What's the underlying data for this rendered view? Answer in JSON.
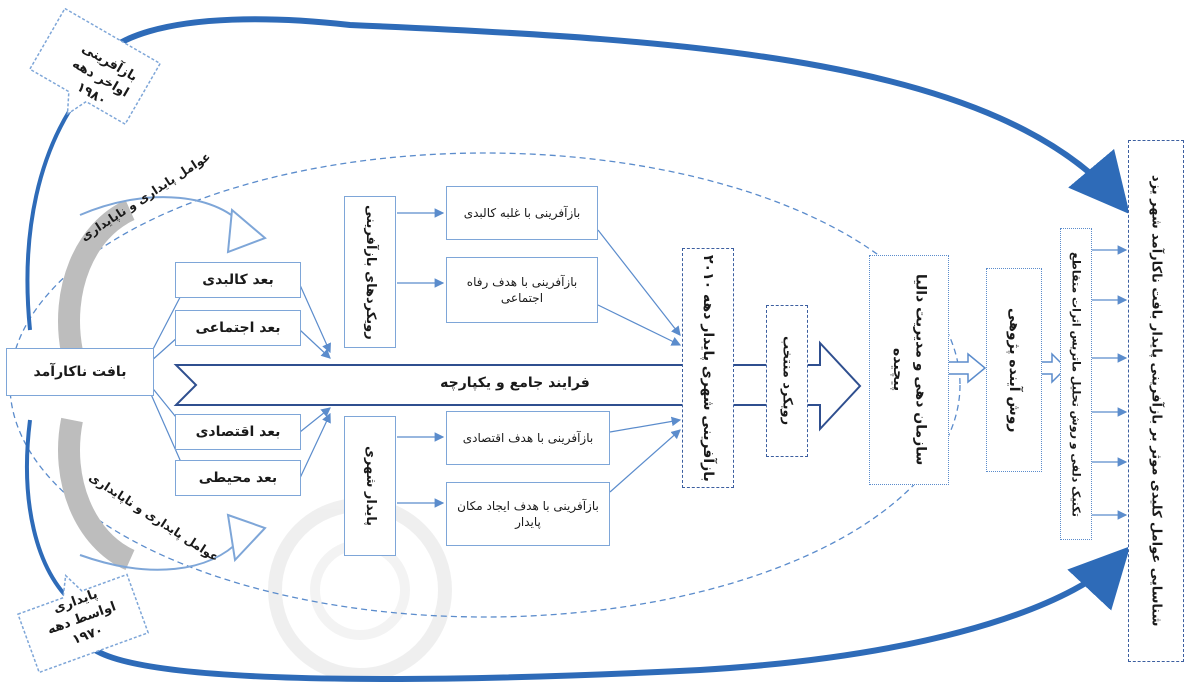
{
  "labels": {
    "decayed_fabric": "بافت ناکارآمد",
    "dim_physical": "بعد کالبدی",
    "dim_social": "بعد اجتماعی",
    "dim_economic": "بعد اقتصادی",
    "dim_environmental": "بعد محیطی",
    "factors_top": "عوامل پایداری و ناپایداری",
    "factors_bottom": "عوامل پایداری و ناپایداری",
    "approaches": "رویکردهای بازآفرینی",
    "urban_sustainable": "پایدار شهری",
    "regen_physical": "بازآفرینی با غلبه کالبدی",
    "regen_social": "بازآفرینی با هدف رفاه اجتماعی",
    "regen_economic": "بازآفرینی با هدف اقتصادی",
    "regen_place": "بازآفرینی با هدف ایجاد مکان پایدار",
    "integrated_process": "فرایند جامع و یکپارچه",
    "sustainable_regen_2010": "بازآفرینی شهری پایدار دهه ۲۰۱۰",
    "selected_approach": "رویکرد منتخب",
    "complex_system": "سازمان دهی و مدیریت دالیا پیچیده",
    "futures_method": "روش آینده پژوهی",
    "delphi_mic": "تکنیک دلفی و روش تحلیل ماتریس اثرات متقاطع",
    "key_factors": "شناسایی عوامل کلیدی موثر بر بازآفرینی پایدار بافت ناکارآمد شهر یزد",
    "late_1980": "بازآفرینی اواخر دهه ۱۹۸۰",
    "mid_1970": "پایداری اواسط دهه ۱۹۷۰"
  },
  "colors": {
    "line_blue": "#5b8ccc",
    "dark_blue": "#2f4f8f",
    "arc_blue": "#2e6bb8",
    "gray_arc": "#bdbdbd"
  }
}
